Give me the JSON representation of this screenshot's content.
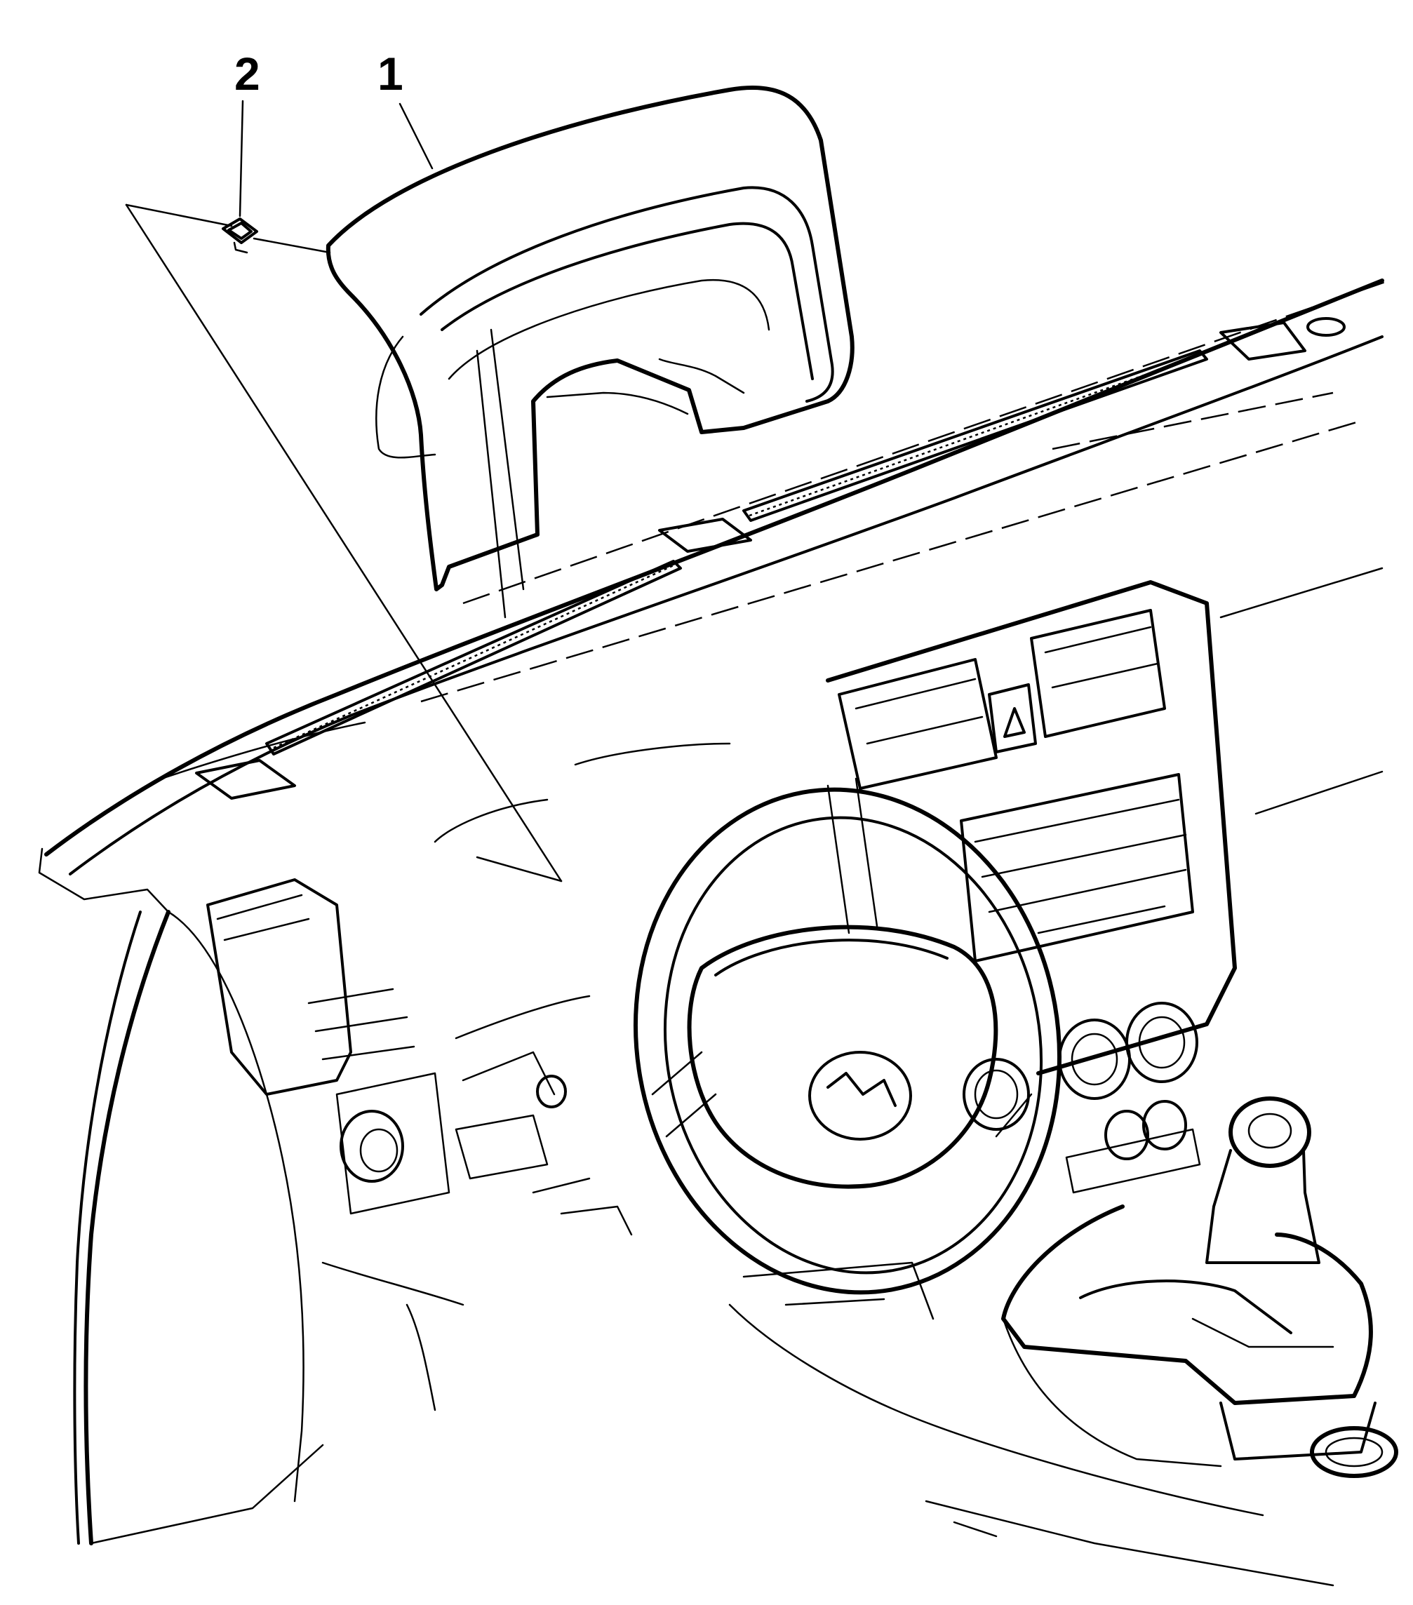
{
  "callouts": [
    {
      "id": "1",
      "text": "1"
    },
    {
      "id": "2",
      "text": "2"
    }
  ],
  "colors": {
    "line": "#000000",
    "background": "#ffffff"
  }
}
